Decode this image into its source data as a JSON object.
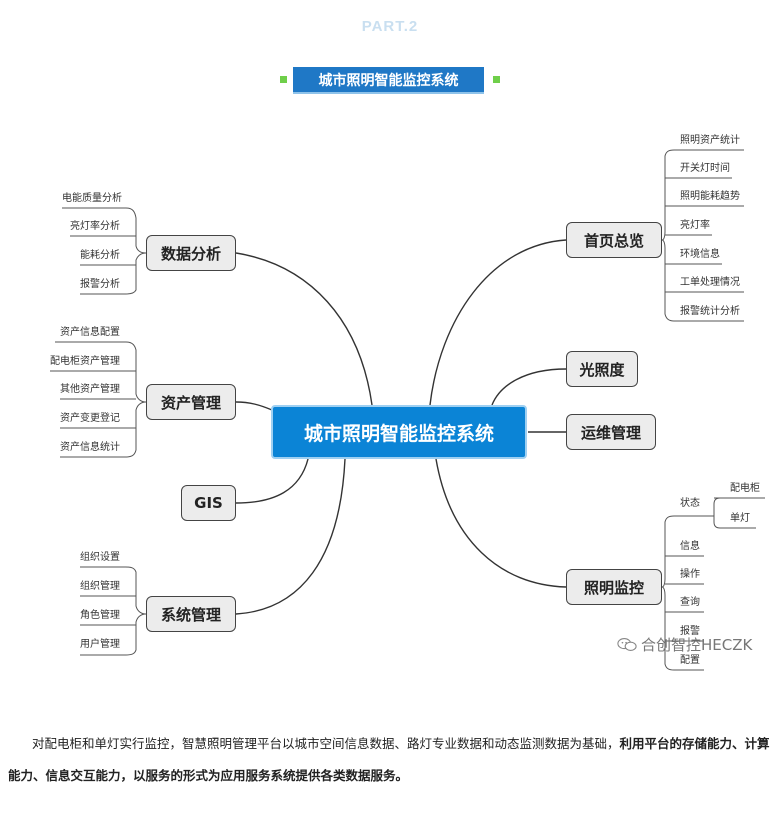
{
  "header": {
    "part_label": "PART.2",
    "banner_title": "城市照明智能监控系统"
  },
  "colors": {
    "banner": "#1f78c6",
    "center": "#0b84d6",
    "accent_square": "#6fcf4a",
    "part_label": "#c9dff0"
  },
  "mindmap": {
    "center": "城市照明智能监控系统",
    "topics": {
      "data_analysis": {
        "label": "数据分析",
        "children": [
          "电能质量分析",
          "亮灯率分析",
          "能耗分析",
          "报警分析"
        ]
      },
      "asset_mgmt": {
        "label": "资产管理",
        "children": [
          "资产信息配置",
          "配电柜资产管理",
          "其他资产管理",
          "资产变更登记",
          "资产信息统计"
        ]
      },
      "gis": {
        "label": "GIS"
      },
      "system_mgmt": {
        "label": "系统管理",
        "children": [
          "组织设置",
          "组织管理",
          "角色管理",
          "用户管理"
        ]
      },
      "home_overview": {
        "label": "首页总览",
        "children": [
          "照明资产统计",
          "开关灯时间",
          "照明能耗趋势",
          "亮灯率",
          "环境信息",
          "工单处理情况",
          "报警统计分析"
        ]
      },
      "illuminance": {
        "label": "光照度"
      },
      "ops_mgmt": {
        "label": "运维管理"
      },
      "lighting_monitor": {
        "label": "照明监控",
        "status": {
          "label": "状态",
          "children": [
            "配电柜",
            "单灯"
          ]
        },
        "children": [
          "信息",
          "操作",
          "查询",
          "报警",
          "配置"
        ]
      }
    }
  },
  "watermark": "合创智控HECZK",
  "paragraph": {
    "normal": "对配电柜和单灯实行监控，智慧照明管理平台以城市空间信息数据、路灯专业数据和动态监测数据为基础，",
    "bold": "利用平台的存储能力、计算能力、信息交互能力，以服务的形式为应用服务系统提供各类数据服务。"
  }
}
